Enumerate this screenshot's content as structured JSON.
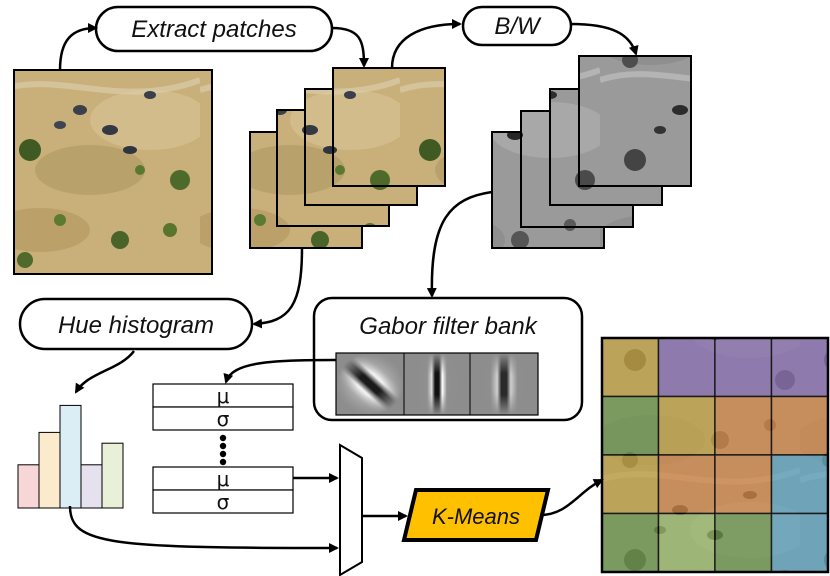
{
  "labels": {
    "extract_patches": "Extract patches",
    "bw": "B/W",
    "hue_histogram": "Hue histogram",
    "gabor_filter_bank": "Gabor filter bank",
    "kmeans": "K-Means"
  },
  "feature_vector": {
    "mu": "μ",
    "sigma": "σ"
  },
  "histogram": {
    "bars": [
      {
        "value": 0.4,
        "color": "#f6d6d6"
      },
      {
        "value": 0.7,
        "color": "#fbeacc"
      },
      {
        "value": 0.95,
        "color": "#dbeef6"
      },
      {
        "value": 0.4,
        "color": "#e6e1ef"
      },
      {
        "value": 0.6,
        "color": "#e9f0d8"
      }
    ]
  },
  "cluster_grid": {
    "rows": 4,
    "cols": 4,
    "colors": [
      [
        "#c9a741",
        "#8a6fb3",
        "#8a6fb3",
        "#8a6fb3"
      ],
      [
        "#6f9a4a",
        "#c9a741",
        "#d88a45",
        "#d88a45"
      ],
      [
        "#c9a741",
        "#d88a45",
        "#d88a45",
        "#5fa7c4"
      ],
      [
        "#6f9a4a",
        "#9fc06a",
        "#6f9a4a",
        "#5fa7c4"
      ]
    ]
  },
  "colors": {
    "kmeans_fill": "#ffc000",
    "stroke": "#000000"
  }
}
